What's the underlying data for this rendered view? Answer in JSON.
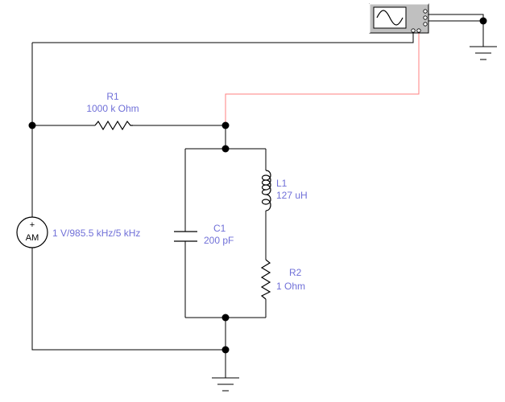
{
  "components": {
    "R1": {
      "name": "R1",
      "value": "1000 k Ohm"
    },
    "L1": {
      "name": "L1",
      "value": "127 uH"
    },
    "C1": {
      "name": "C1",
      "value": "200 pF"
    },
    "R2": {
      "name": "R2",
      "value": "1  Ohm"
    },
    "source": {
      "value": "1 V/985.5 kHz/5 kHz",
      "type_label": "AM",
      "polarity": "+"
    }
  },
  "colors": {
    "wire": "#000000",
    "probe_wire": "#ff8080",
    "label": "#7070d8",
    "instrument_body": "#c0c0c0"
  },
  "icons": {
    "oscilloscope": "oscilloscope-icon",
    "ground": "ground-icon"
  }
}
